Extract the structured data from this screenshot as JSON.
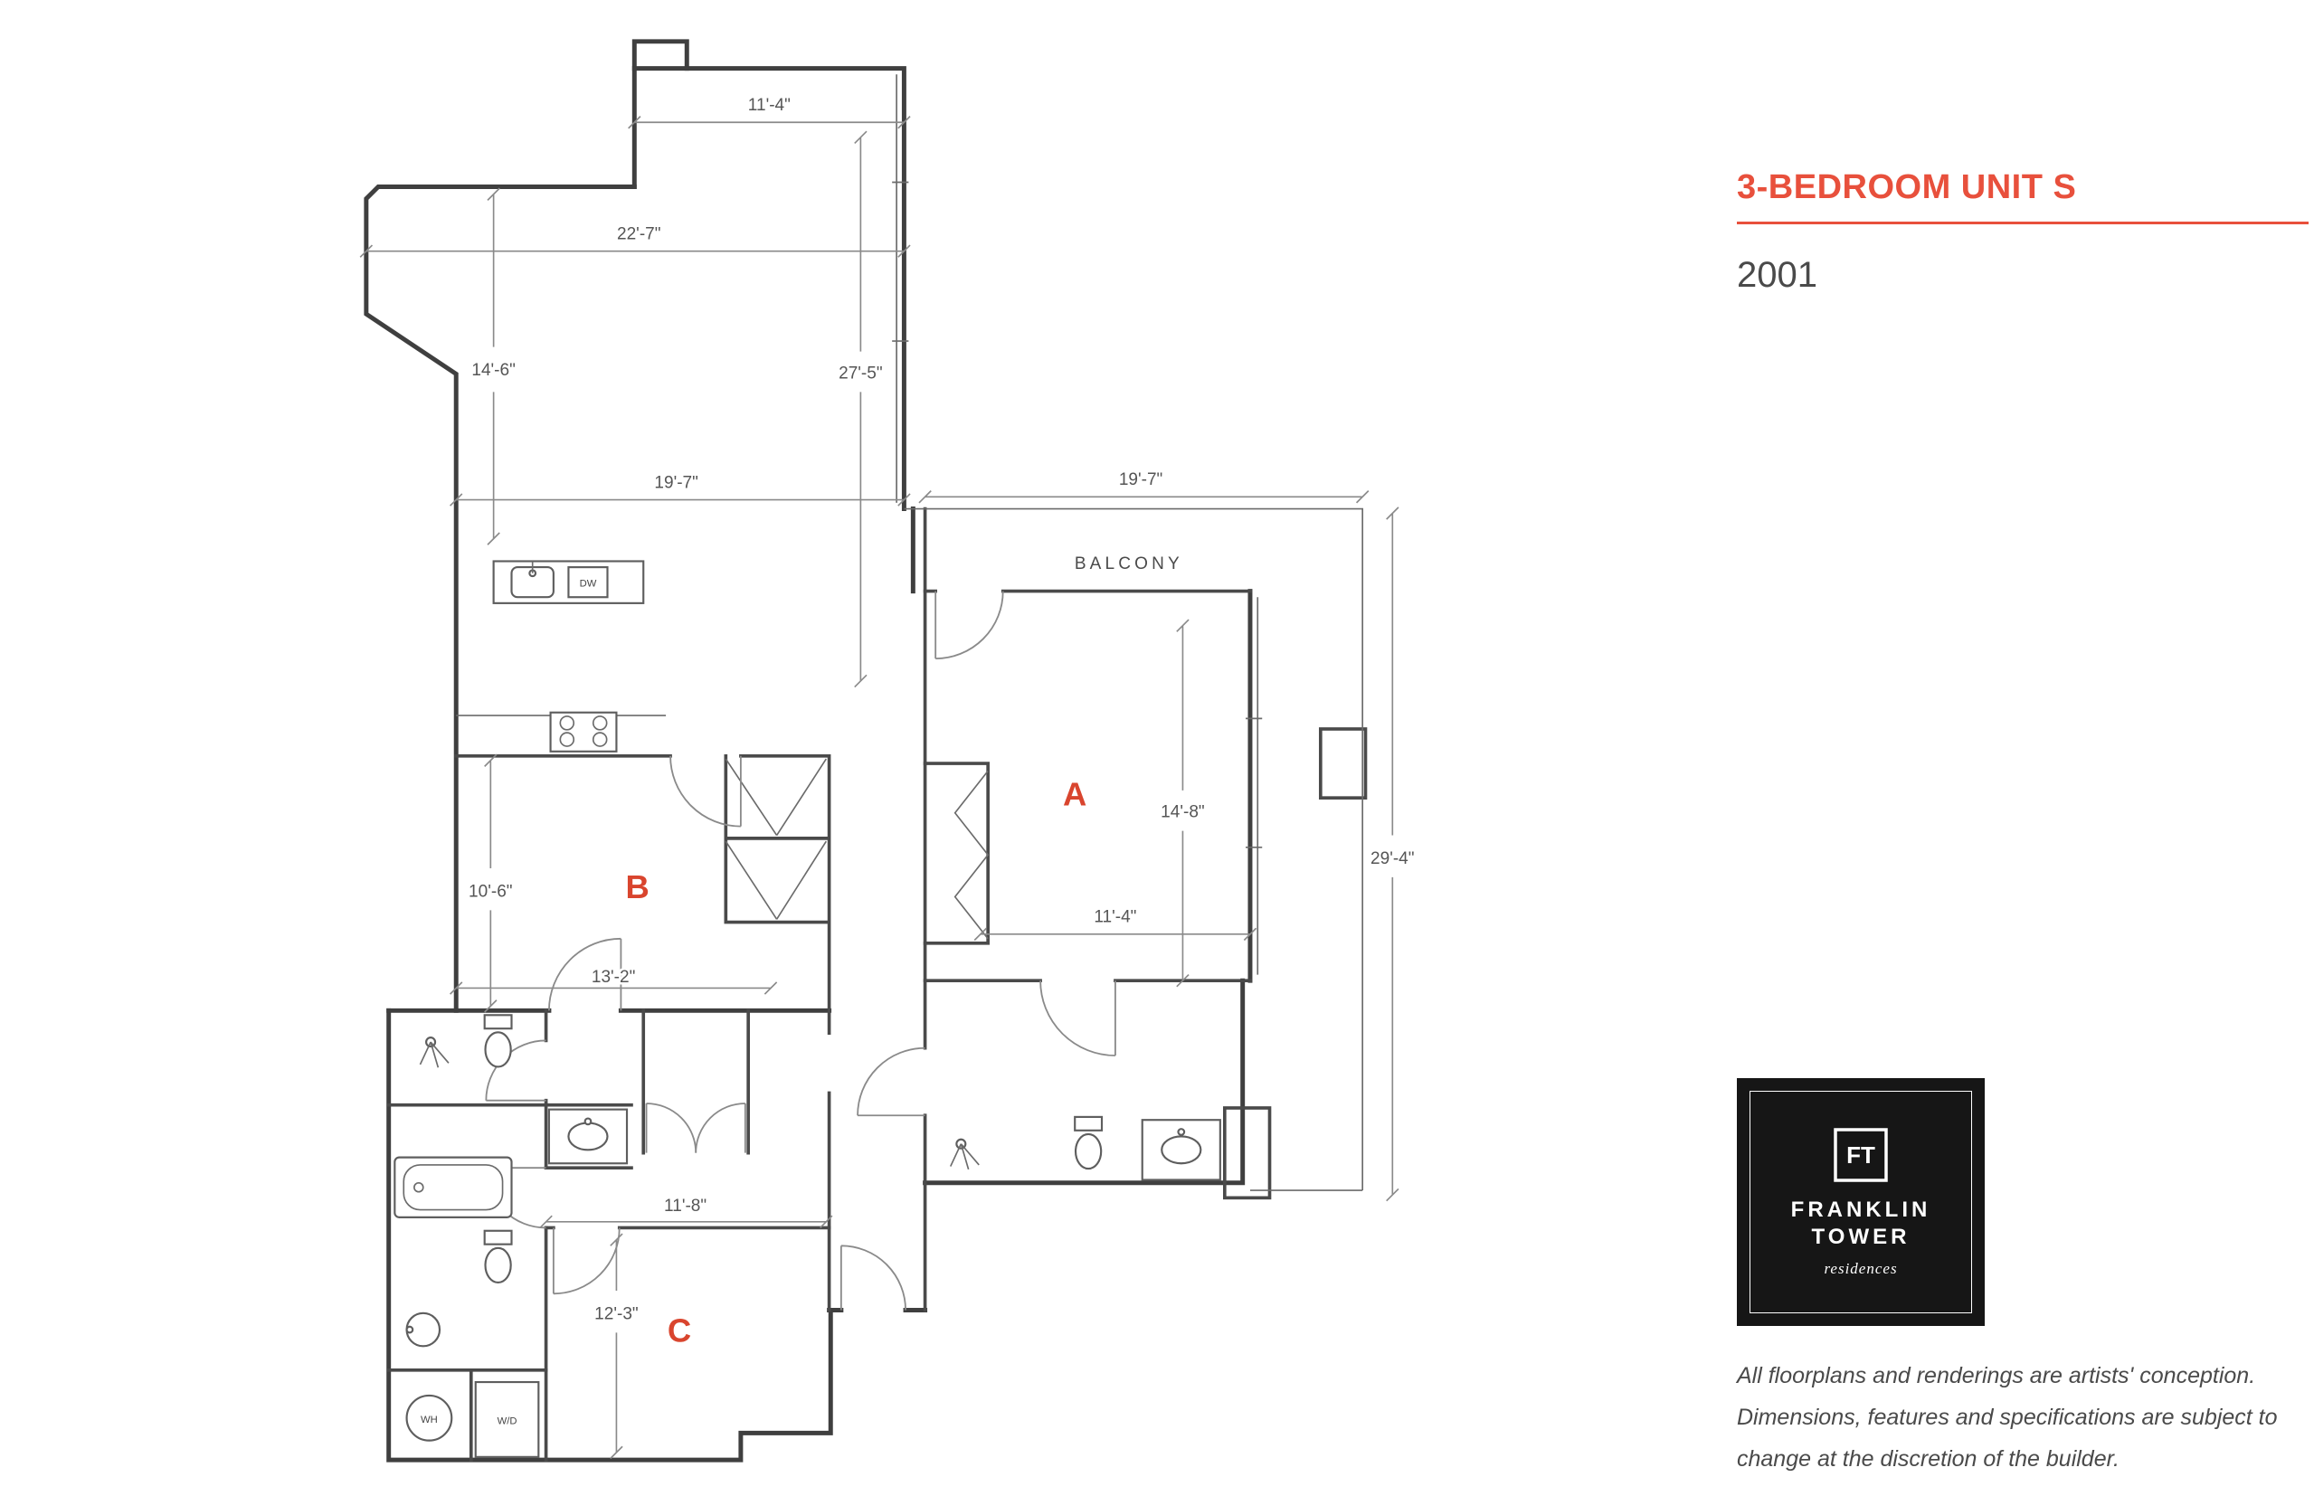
{
  "colors": {
    "accent": "#e8503c",
    "walls": "#3f3f3f",
    "dimension_text": "#555555",
    "logo_background": "#161616"
  },
  "header": {
    "title": "3-BEDROOM UNIT S",
    "unit_number": "2001"
  },
  "logo": {
    "monogram": "FT",
    "line1": "FRANKLIN",
    "line2": "TOWER",
    "line3": "residences"
  },
  "disclaimer": {
    "line1": "All floorplans and renderings are artists' conception.",
    "line2": "Dimensions, features and specifications are subject to",
    "line3": "change at the discretion of the builder."
  },
  "floorplan": {
    "rooms": {
      "a": "A",
      "b": "B",
      "c": "C",
      "balcony": "BALCONY"
    },
    "fixtures": {
      "dishwasher": "DW",
      "water_heater": "WH",
      "washer_dryer": "W/D"
    },
    "dimensions": {
      "tower_width": "11'-4\"",
      "upper_width": "22'-7\"",
      "upper_left_height": "14'-6\"",
      "living_height": "27'-5\"",
      "living_width": "19'-7\"",
      "balcony_width": "19'-7\"",
      "bedroom_a_depth": "14'-8\"",
      "bedroom_a_width": "11'-4\"",
      "bedroom_b_height": "10'-6\"",
      "bedroom_b_width": "13'-2\"",
      "right_side_height": "29'-4\"",
      "hall_width": "11'-8\"",
      "bedroom_c_width": "12'-3\""
    }
  }
}
